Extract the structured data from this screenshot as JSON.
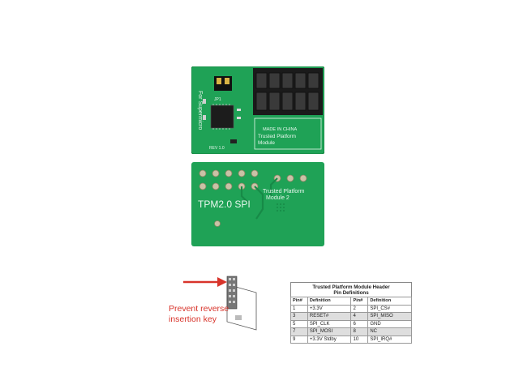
{
  "board_top": {
    "jumper_label": "JP1",
    "side_text": "For Supermicro",
    "made_in": "MADE IN CHINA",
    "module_line1": "Trusted Platform",
    "module_line2": "Module",
    "version_text": "REV 1.0"
  },
  "board_bottom": {
    "model_text": "TPM2.0 SPI",
    "module_line1": "Trusted Platform",
    "module_line2": "Module 2"
  },
  "diagram": {
    "callout_line1": "Prevent reverse",
    "callout_line2": "insertion key"
  },
  "pin_table": {
    "title_line1": "Trusted Platform Module Header",
    "title_line2": "Pin Definitions",
    "headers": [
      "Pin#",
      "Definition",
      "Pin#",
      "Definition"
    ],
    "rows": [
      [
        "1",
        "+3.3V",
        "2",
        "SPI_CS#"
      ],
      [
        "3",
        "RESET#",
        "4",
        "SPI_MISO"
      ],
      [
        "5",
        "SPI_CLK",
        "6",
        "GND"
      ],
      [
        "7",
        "SPI_MOSI",
        "8",
        "NC"
      ],
      [
        "9",
        "+3.3V Stdby",
        "10",
        "SPI_IRQ#"
      ]
    ]
  },
  "colors": {
    "pcb_green": "#1fa256",
    "pcb_dark": "#138a44",
    "silkscreen": "#e8f7ee",
    "connector": "#1b1b1b",
    "arrow_red": "#d8342b"
  }
}
